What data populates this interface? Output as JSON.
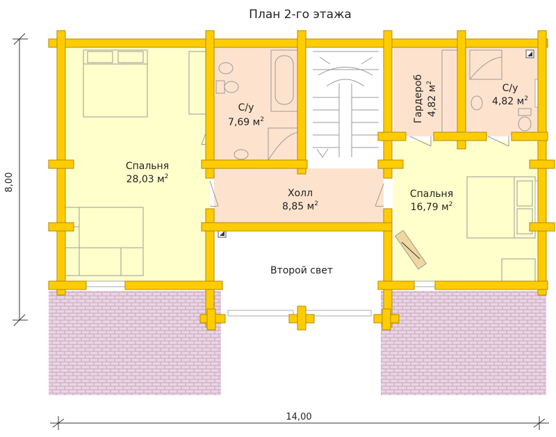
{
  "title": "План 2-го этажа",
  "rooms": {
    "bedroom_left": {
      "name": "Спальня",
      "area": "28,03 м",
      "sup": "2"
    },
    "bath_center": {
      "name": "С/у",
      "area": "7,69 м",
      "sup": "2"
    },
    "hall": {
      "name": "Холл",
      "area": "8,85 м",
      "sup": "2"
    },
    "second_light": {
      "name": "Второй свет"
    },
    "wardrobe": {
      "name": "Гардероб",
      "area": "4,82 м",
      "sup": "2"
    },
    "bath_right": {
      "name": "С/у",
      "area": "4,82 м",
      "sup": "2"
    },
    "bedroom_right": {
      "name": "Спальня",
      "area": "16,79 м",
      "sup": "2"
    }
  },
  "dimensions": {
    "width": "14,00",
    "depth": "8,00"
  },
  "colors": {
    "log_wall": "#FFCC00",
    "wall_outline": "#B08A00",
    "bedroom_fill": "#FFFFCC",
    "wet_room_fill": "#FFE0C8",
    "terrace_fill": "#E8D0E0",
    "terrace_grid": "#C8A0B8"
  }
}
